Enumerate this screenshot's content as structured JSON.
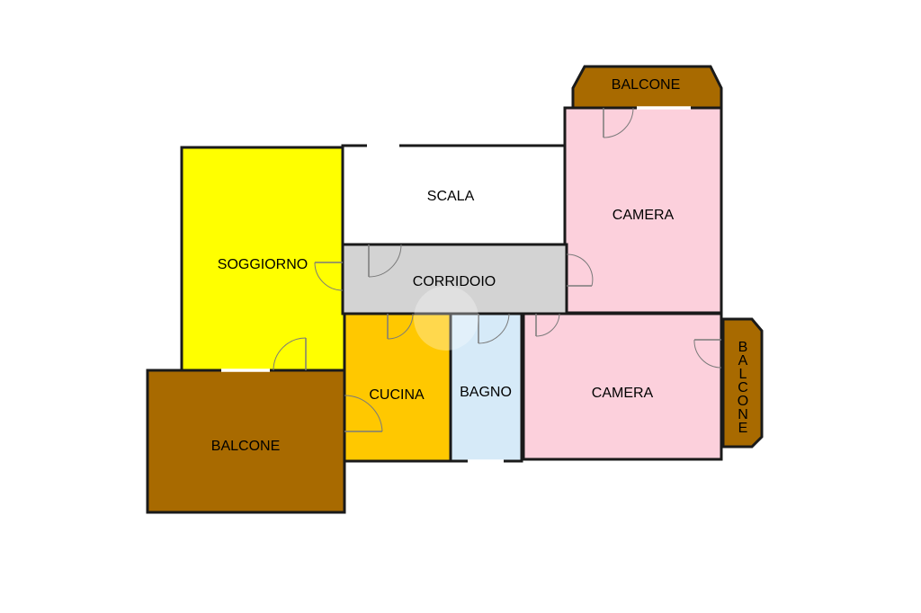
{
  "colors": {
    "soggiorno": "#ffff00",
    "scala": "#ffffff",
    "corridoio": "#d3d3d3",
    "cucina": "#ffc800",
    "bagno": "#d6eaf8",
    "camera": "#fcd0dc",
    "balcone": "#a86a00",
    "wall": "#1a1a1a"
  },
  "rooms": {
    "soggiorno": "SOGGIORNO",
    "scala": "SCALA",
    "corridoio": "CORRIDOIO",
    "cucina": "CUCINA",
    "bagno": "BAGNO",
    "camera_top": "CAMERA",
    "camera_bottom": "CAMERA",
    "balcone_left": "BALCONE",
    "balcone_top": "BALCONE",
    "balcone_right_letters": [
      "B",
      "A",
      "L",
      "C",
      "O",
      "N",
      "E"
    ]
  }
}
